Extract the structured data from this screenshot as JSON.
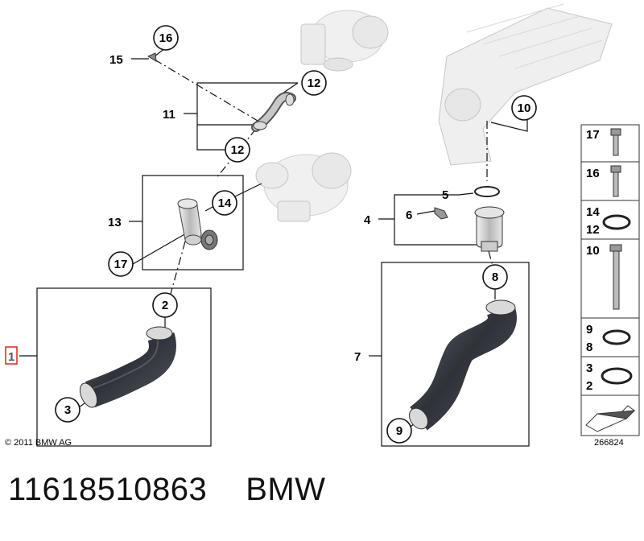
{
  "callouts": {
    "c16": "16",
    "c12a": "12",
    "c12b": "12",
    "c14": "14",
    "c17": "17",
    "c10": "10",
    "c8": "8",
    "c2": "2",
    "c3": "3",
    "c9": "9"
  },
  "labels": {
    "l15": "15",
    "l11": "11",
    "l13": "13",
    "l5": "5",
    "l6": "6",
    "l4": "4",
    "l7": "7",
    "l1": "1"
  },
  "legend": {
    "items": [
      {
        "nums": [
          "17"
        ]
      },
      {
        "nums": [
          "16"
        ]
      },
      {
        "nums": [
          "14",
          "12"
        ]
      },
      {
        "nums": [
          "10"
        ]
      },
      {
        "nums": [
          "9",
          "8"
        ]
      },
      {
        "nums": [
          "3",
          "2"
        ]
      }
    ],
    "diagram_id": "266824"
  },
  "copyright": "© 2011 BMW AG",
  "caption": {
    "part_number": "11618510863",
    "brand": "BMW"
  },
  "colors": {
    "line": "#111111",
    "hose": "#3a3d44",
    "ghost": "#d9d9d9",
    "highlight": "#e02020"
  }
}
